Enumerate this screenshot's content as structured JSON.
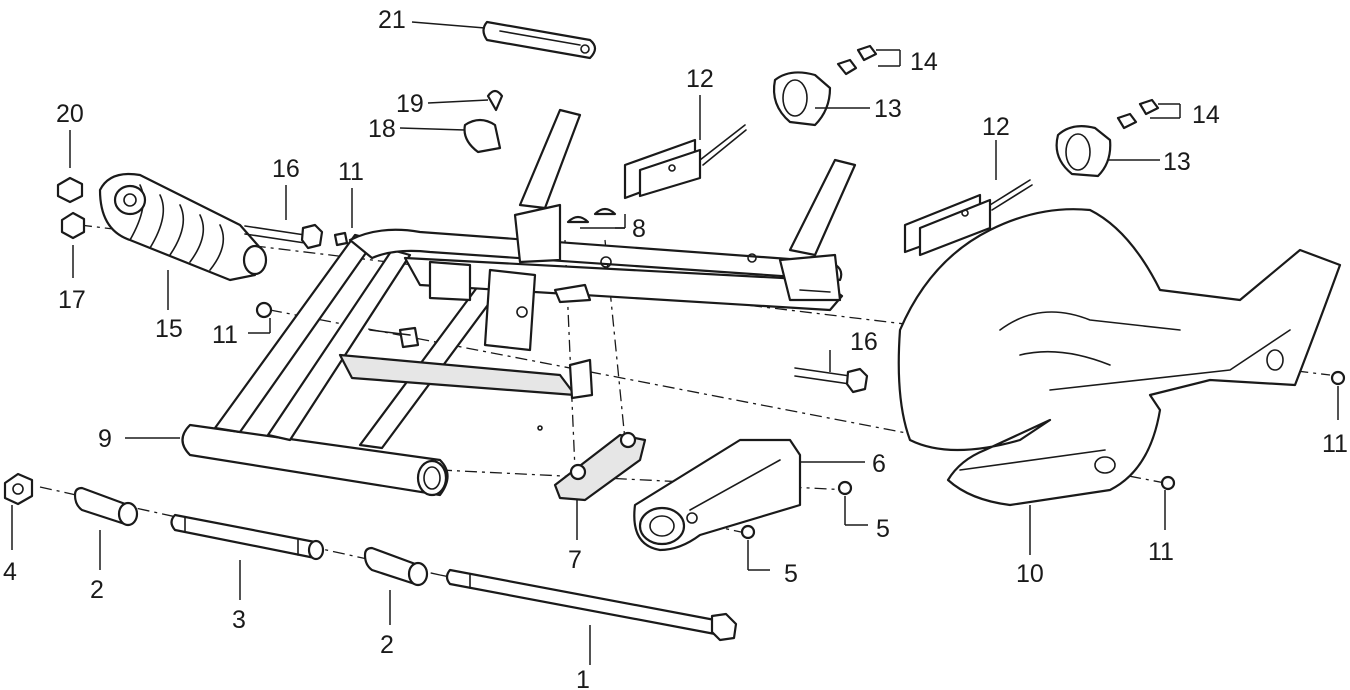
{
  "diagram": {
    "description_free": true,
    "labels": [
      {
        "id": "l1",
        "text": "1"
      },
      {
        "id": "l2a",
        "text": "2"
      },
      {
        "id": "l2b",
        "text": "2"
      },
      {
        "id": "l3",
        "text": "3"
      },
      {
        "id": "l4",
        "text": "4"
      },
      {
        "id": "l5a",
        "text": "5"
      },
      {
        "id": "l5b",
        "text": "5"
      },
      {
        "id": "l6",
        "text": "6"
      },
      {
        "id": "l7",
        "text": "7"
      },
      {
        "id": "l8",
        "text": "8"
      },
      {
        "id": "l9",
        "text": "9"
      },
      {
        "id": "l10",
        "text": "10"
      },
      {
        "id": "l11a",
        "text": "11"
      },
      {
        "id": "l11b",
        "text": "11"
      },
      {
        "id": "l11c",
        "text": "11"
      },
      {
        "id": "l11d",
        "text": "11"
      },
      {
        "id": "l12a",
        "text": "12"
      },
      {
        "id": "l12b",
        "text": "12"
      },
      {
        "id": "l13a",
        "text": "13"
      },
      {
        "id": "l13b",
        "text": "13"
      },
      {
        "id": "l14a",
        "text": "14"
      },
      {
        "id": "l14b",
        "text": "14"
      },
      {
        "id": "l15",
        "text": "15"
      },
      {
        "id": "l16a",
        "text": "16"
      },
      {
        "id": "l16b",
        "text": "16"
      },
      {
        "id": "l17",
        "text": "17"
      },
      {
        "id": "l18",
        "text": "18"
      },
      {
        "id": "l19",
        "text": "19"
      },
      {
        "id": "l20",
        "text": "20"
      },
      {
        "id": "l21",
        "text": "21"
      }
    ]
  }
}
